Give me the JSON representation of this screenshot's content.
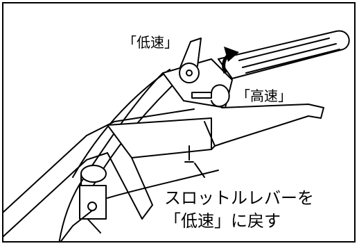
{
  "labels": {
    "low_speed": "「低速」",
    "high_speed": "「高速」"
  },
  "caption": {
    "line1": "スロットルレバーを",
    "line2": "「低速」に戻す"
  },
  "colors": {
    "line": "#000000",
    "background": "#ffffff"
  },
  "icons": {
    "direction_arrow": "curved-arrow-icon"
  }
}
